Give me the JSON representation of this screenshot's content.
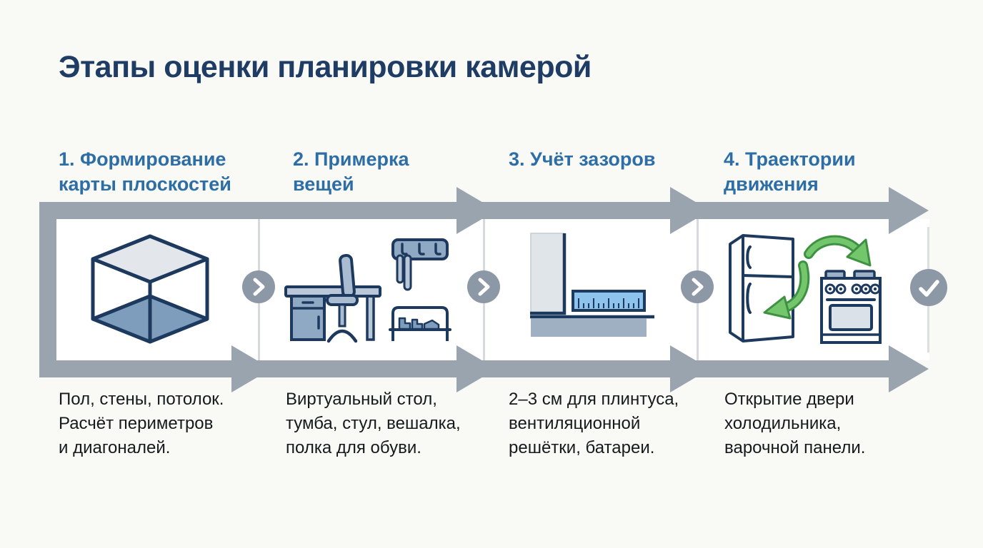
{
  "title": "Этапы оценки планировки камерой",
  "steps": [
    {
      "heading": "1. Формирование\nкарты плоскостей",
      "description": "Пол, стены, потолок.\nРасчёт периметров\nи диагоналей.",
      "icon": "cube-3d-icon"
    },
    {
      "heading": "2. Примерка\nвещей",
      "description": "Виртуальный стол,\nтумба, стул, вешалка,\nполка для обуви.",
      "icon": "furniture-set-icon"
    },
    {
      "heading": "3. Учёт зазоров",
      "description": "2–3 см для плинтуса,\nвентиляционной\nрешётки, батареи.",
      "icon": "clearance-ruler-icon"
    },
    {
      "heading": "4. Траектории\nдвижения",
      "description": "Открытие двери\nхолодильника,\nварочной панели.",
      "icon": "appliance-swing-icon"
    }
  ],
  "connectors": {
    "between_icon": "chevron-right-icon",
    "end_icon": "check-icon"
  },
  "colors": {
    "background": "#f9f9f6",
    "title": "#1e3c64",
    "step_heading": "#2e6ea6",
    "body_text": "#17191d",
    "flow_arrow": "#9aa4af",
    "connector_circle": "#8d98a6",
    "icon_outline": "#1d3a5e",
    "icon_steel": "#8fa9c4",
    "icon_light_steel": "#b9c7d8",
    "icon_light_gray": "#e0e5ea",
    "ruler_blue": "#8ec3ee",
    "floor_gray": "#9fb0c2",
    "green_arrow": "#74c66d",
    "green_arrow_outline": "#3f9142"
  }
}
